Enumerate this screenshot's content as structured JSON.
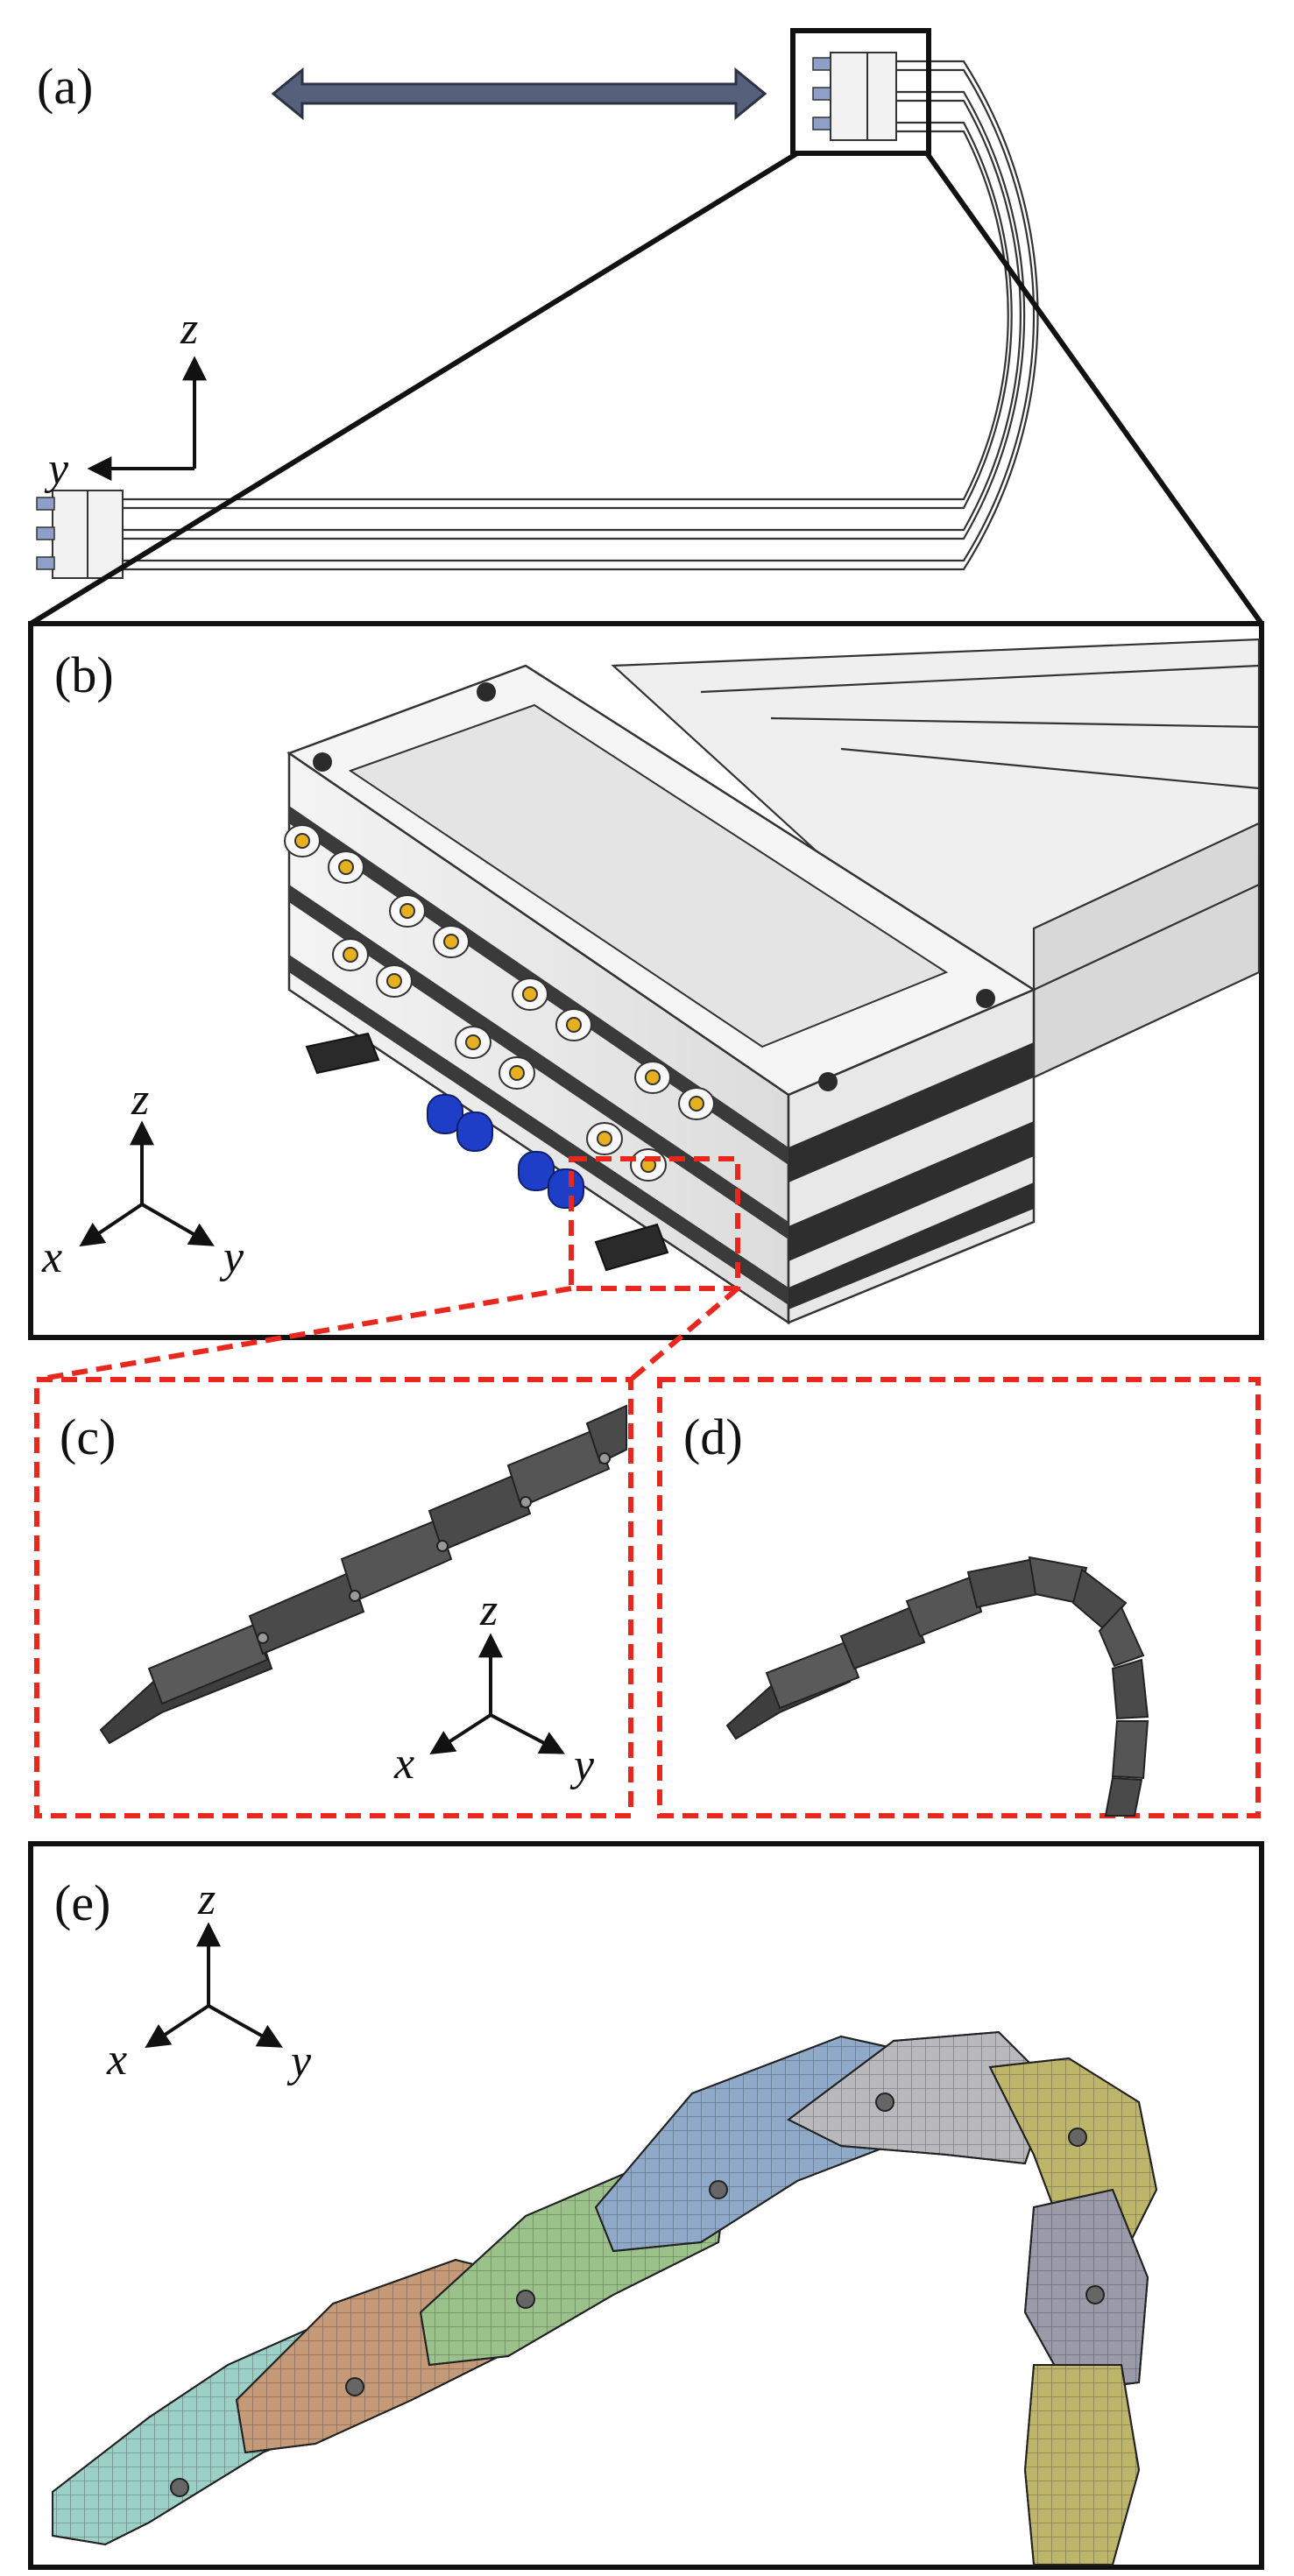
{
  "figure": {
    "panels": [
      {
        "id": "a",
        "label": "(a)"
      },
      {
        "id": "b",
        "label": "(b)"
      },
      {
        "id": "c",
        "label": "(c)"
      },
      {
        "id": "d",
        "label": "(d)"
      },
      {
        "id": "e",
        "label": "(e)"
      }
    ],
    "axes": {
      "x": "x",
      "y": "y",
      "z": "z"
    },
    "colors": {
      "frame": "#111111",
      "zoom_dash": "#e8281e",
      "arrow_fill": "#55607a",
      "blue_part": "#1e3ec8",
      "link_dark": "#4a4a4a",
      "mesh_cyan": "#9ccfc6",
      "mesh_brown": "#c49a78",
      "mesh_green": "#9cc28c",
      "mesh_blue": "#8fa9c8",
      "mesh_grey": "#b9b9bd",
      "mesh_olive": "#bdb56a",
      "mesh_slate": "#9a9aa8"
    }
  }
}
